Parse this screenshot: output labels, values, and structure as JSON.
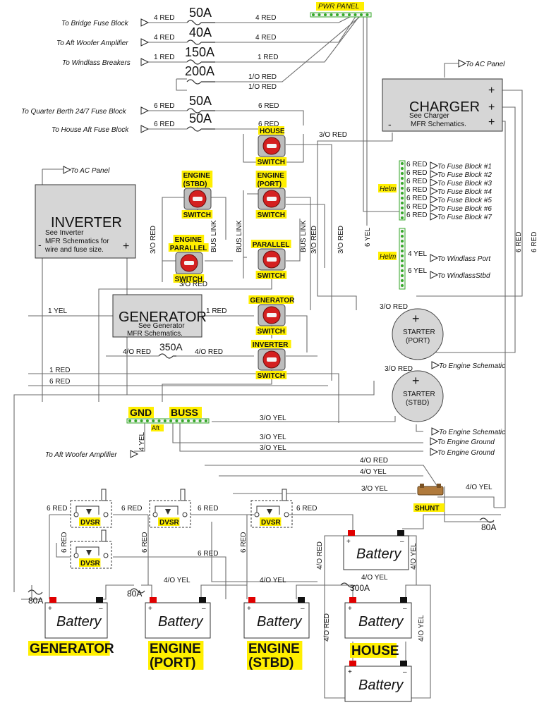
{
  "colors": {
    "highlight": "#ffef00",
    "wire": "#6b6b6b",
    "switch_red": "#d42020",
    "terminal_red": "#e00000",
    "terminal_black": "#111111",
    "box_gray": "#d6d6d6",
    "bus_green": "#36a82a"
  },
  "destinations": {
    "bridge": "To Bridge Fuse Block",
    "aft_woofer": "To Aft Woofer Amplifier",
    "windlass_breakers": "To Windlass Breakers",
    "quarter_berth": "To Quarter Berth 24/7 Fuse Block",
    "house_aft": "To House Aft Fuse Block",
    "ac_panel_charger": "To AC Panel",
    "ac_panel_inverter": "To AC Panel",
    "fuse_blocks": [
      "To Fuse Block #1",
      "To Fuse Block #2",
      "To Fuse Block #3",
      "To Fuse Block #4",
      "To Fuse Block #5",
      "To Fuse Block #6",
      "To Fuse Block #7"
    ],
    "windlass_port": "To Windlass Port",
    "windlass_stbd": "To WindlassStbd",
    "engine_schematic_1": "To Engine Schematic",
    "engine_schematic_2": "To Engine Schematic",
    "engine_ground_1": "To Engine Ground",
    "engine_ground_2": "To Engine Ground",
    "aft_woofer_2": "To Aft Woofer Amplifier"
  },
  "fuses": {
    "f1": "50A",
    "f2": "40A",
    "f3": "150A",
    "f4": "200A",
    "f5": "50A",
    "f6": "50A",
    "f350": "350A",
    "f80a_1": "80A",
    "f80a_2": "80A",
    "f80a_3": "80A",
    "f300": "300A"
  },
  "wires": {
    "w4red_l1": "4 RED",
    "w4red_r1": "4 RED",
    "w4red_l2": "4 RED",
    "w4red_r2": "4 RED",
    "w1red_l": "1 RED",
    "w1red_r": "1 RED",
    "w10red_a": "1/O RED",
    "w10red_b": "1/O RED",
    "w6red_l1": "6 RED",
    "w6red_r1": "6 RED",
    "w6red_l2": "6 RED",
    "w6red_r2": "6 RED",
    "w30red_top": "3/O RED",
    "fb_wires": [
      "6 RED",
      "6 RED",
      "6 RED",
      "6 RED",
      "6 RED",
      "6 RED",
      "6 RED"
    ],
    "w4yel": "4 YEL",
    "w6yel": "6 YEL",
    "w30red_l": "3/O RED",
    "bus_link_1": "BUS LINK",
    "bus_link_2": "BUS LINK",
    "bus_link_3": "BUS LINK",
    "w30red_par": "3/O RED",
    "w30red_r": "3/O RED",
    "w30red_r2": "3/O RED",
    "w6yel_v": "6 YEL",
    "w6red_v1": "6 RED",
    "w6red_v2": "6 RED",
    "w1yel": "1 YEL",
    "w1red_gen": "1 RED",
    "w30red_st1": "3/O RED",
    "w40red_a": "4/O RED",
    "w40red_b": "4/O RED",
    "w1red_b": "1 RED",
    "w6red_b": "6 RED",
    "w30red_st2": "3/O RED",
    "w30yel_1": "3/O YEL",
    "w30yel_2": "3/O YEL",
    "w30yel_3": "3/O YEL",
    "w4yel_gnd": "4 YEL",
    "w40red_c": "4/O RED",
    "w40yel_a": "4/O YEL",
    "w30yel_4": "3/O YEL",
    "w40yel_b": "4/O YEL",
    "d6red_1": "6 RED",
    "d6red_2": "6 RED",
    "d6red_3": "6 RED",
    "d6red_4": "6 RED",
    "d6red_v1": "6 RED",
    "d6red_v2": "6 RED",
    "d6red_v3": "6 RED",
    "d6red_5": "6 RED",
    "b40yel_1": "4/O YEL",
    "b40yel_2": "4/O YEL",
    "b40yel_3": "4/O YEL",
    "b40red_1": "4/O RED",
    "b40yel_4": "4/O YEL",
    "b40red_2": "4/O RED",
    "b40yel_5": "4/O YEL"
  },
  "panels": {
    "pwr_panel": "PWR PANEL",
    "helm_1": "Helm",
    "helm_2": "Helm",
    "gnd": "GND",
    "buss": "BUSS",
    "aft": "Aft"
  },
  "devices": {
    "charger": {
      "title": "CHARGER",
      "note1": "See Charger",
      "note2": "MFR Schematics.",
      "plus": "+",
      "minus": "-"
    },
    "inverter": {
      "title": "INVERTER",
      "note1": "See Inverter",
      "note2": "MFR Schematics for",
      "note3": "wire and fuse size.",
      "plus": "+",
      "minus": "-"
    },
    "generator": {
      "title": "GENERATOR",
      "note1": "See Generator",
      "note2": "MFR Schematics."
    },
    "starter_port": {
      "line1": "STARTER",
      "line2": "(PORT)",
      "plus": "+"
    },
    "starter_stbd": {
      "line1": "STARTER",
      "line2": "(STBD)",
      "plus": "+"
    },
    "shunt": "SHUNT"
  },
  "switches": {
    "house": {
      "top": "HOUSE",
      "bottom": "SWITCH"
    },
    "engine_stbd": {
      "top1": "ENGINE",
      "top2": "(STBD)",
      "bottom": "SWITCH"
    },
    "engine_port": {
      "top1": "ENGINE",
      "top2": "(PORT)",
      "bottom": "SWITCH"
    },
    "engine_parallel": {
      "top1": "ENGINE",
      "top2": "PARALLEL",
      "bottom": "SWITCH"
    },
    "parallel": {
      "top": "PARALLEL",
      "bottom": "SWITCH"
    },
    "generator": {
      "top": "GENERATOR",
      "bottom": "SWITCH"
    },
    "inverter": {
      "top": "INVERTER",
      "bottom": "SWITCH"
    }
  },
  "dvsr": [
    "DVSR",
    "DVSR",
    "DVSR",
    "DVSR"
  ],
  "batteries": {
    "label": "Battery",
    "plus": "+",
    "minus": "–",
    "generator": "GENERATOR",
    "engine_port_1": "ENGINE",
    "engine_port_2": "(PORT)",
    "engine_stbd_1": "ENGINE",
    "engine_stbd_2": "(STBD)",
    "house": "HOUSE"
  }
}
